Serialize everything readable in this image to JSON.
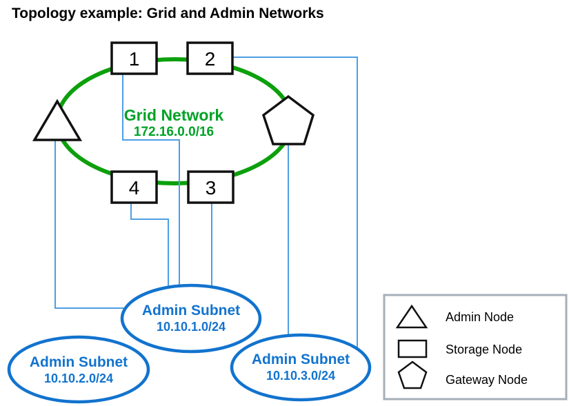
{
  "title": "Topology example: Grid and Admin Networks",
  "colors": {
    "grid_green": "#0CA00C",
    "label_green": "#00A226",
    "subnet_blue": "#1273CE",
    "line_blue": "#4E9EE3",
    "shape_border": "#111111",
    "legend_border": "#A6AEB8"
  },
  "grid_network": {
    "label": "Grid Network",
    "cidr": "172.16.0.0/16"
  },
  "storage_nodes": [
    {
      "label": "1"
    },
    {
      "label": "2"
    },
    {
      "label": "3"
    },
    {
      "label": "4"
    }
  ],
  "subnets": [
    {
      "name": "Admin Subnet",
      "cidr": "10.10.1.0/24"
    },
    {
      "name": "Admin Subnet",
      "cidr": "10.10.2.0/24"
    },
    {
      "name": "Admin Subnet",
      "cidr": "10.10.3.0/24"
    }
  ],
  "legend": {
    "items": [
      {
        "icon": "triangle-icon",
        "label": "Admin Node"
      },
      {
        "icon": "square-icon",
        "label": "Storage Node"
      },
      {
        "icon": "pentagon-icon",
        "label": "Gateway Node"
      }
    ]
  }
}
